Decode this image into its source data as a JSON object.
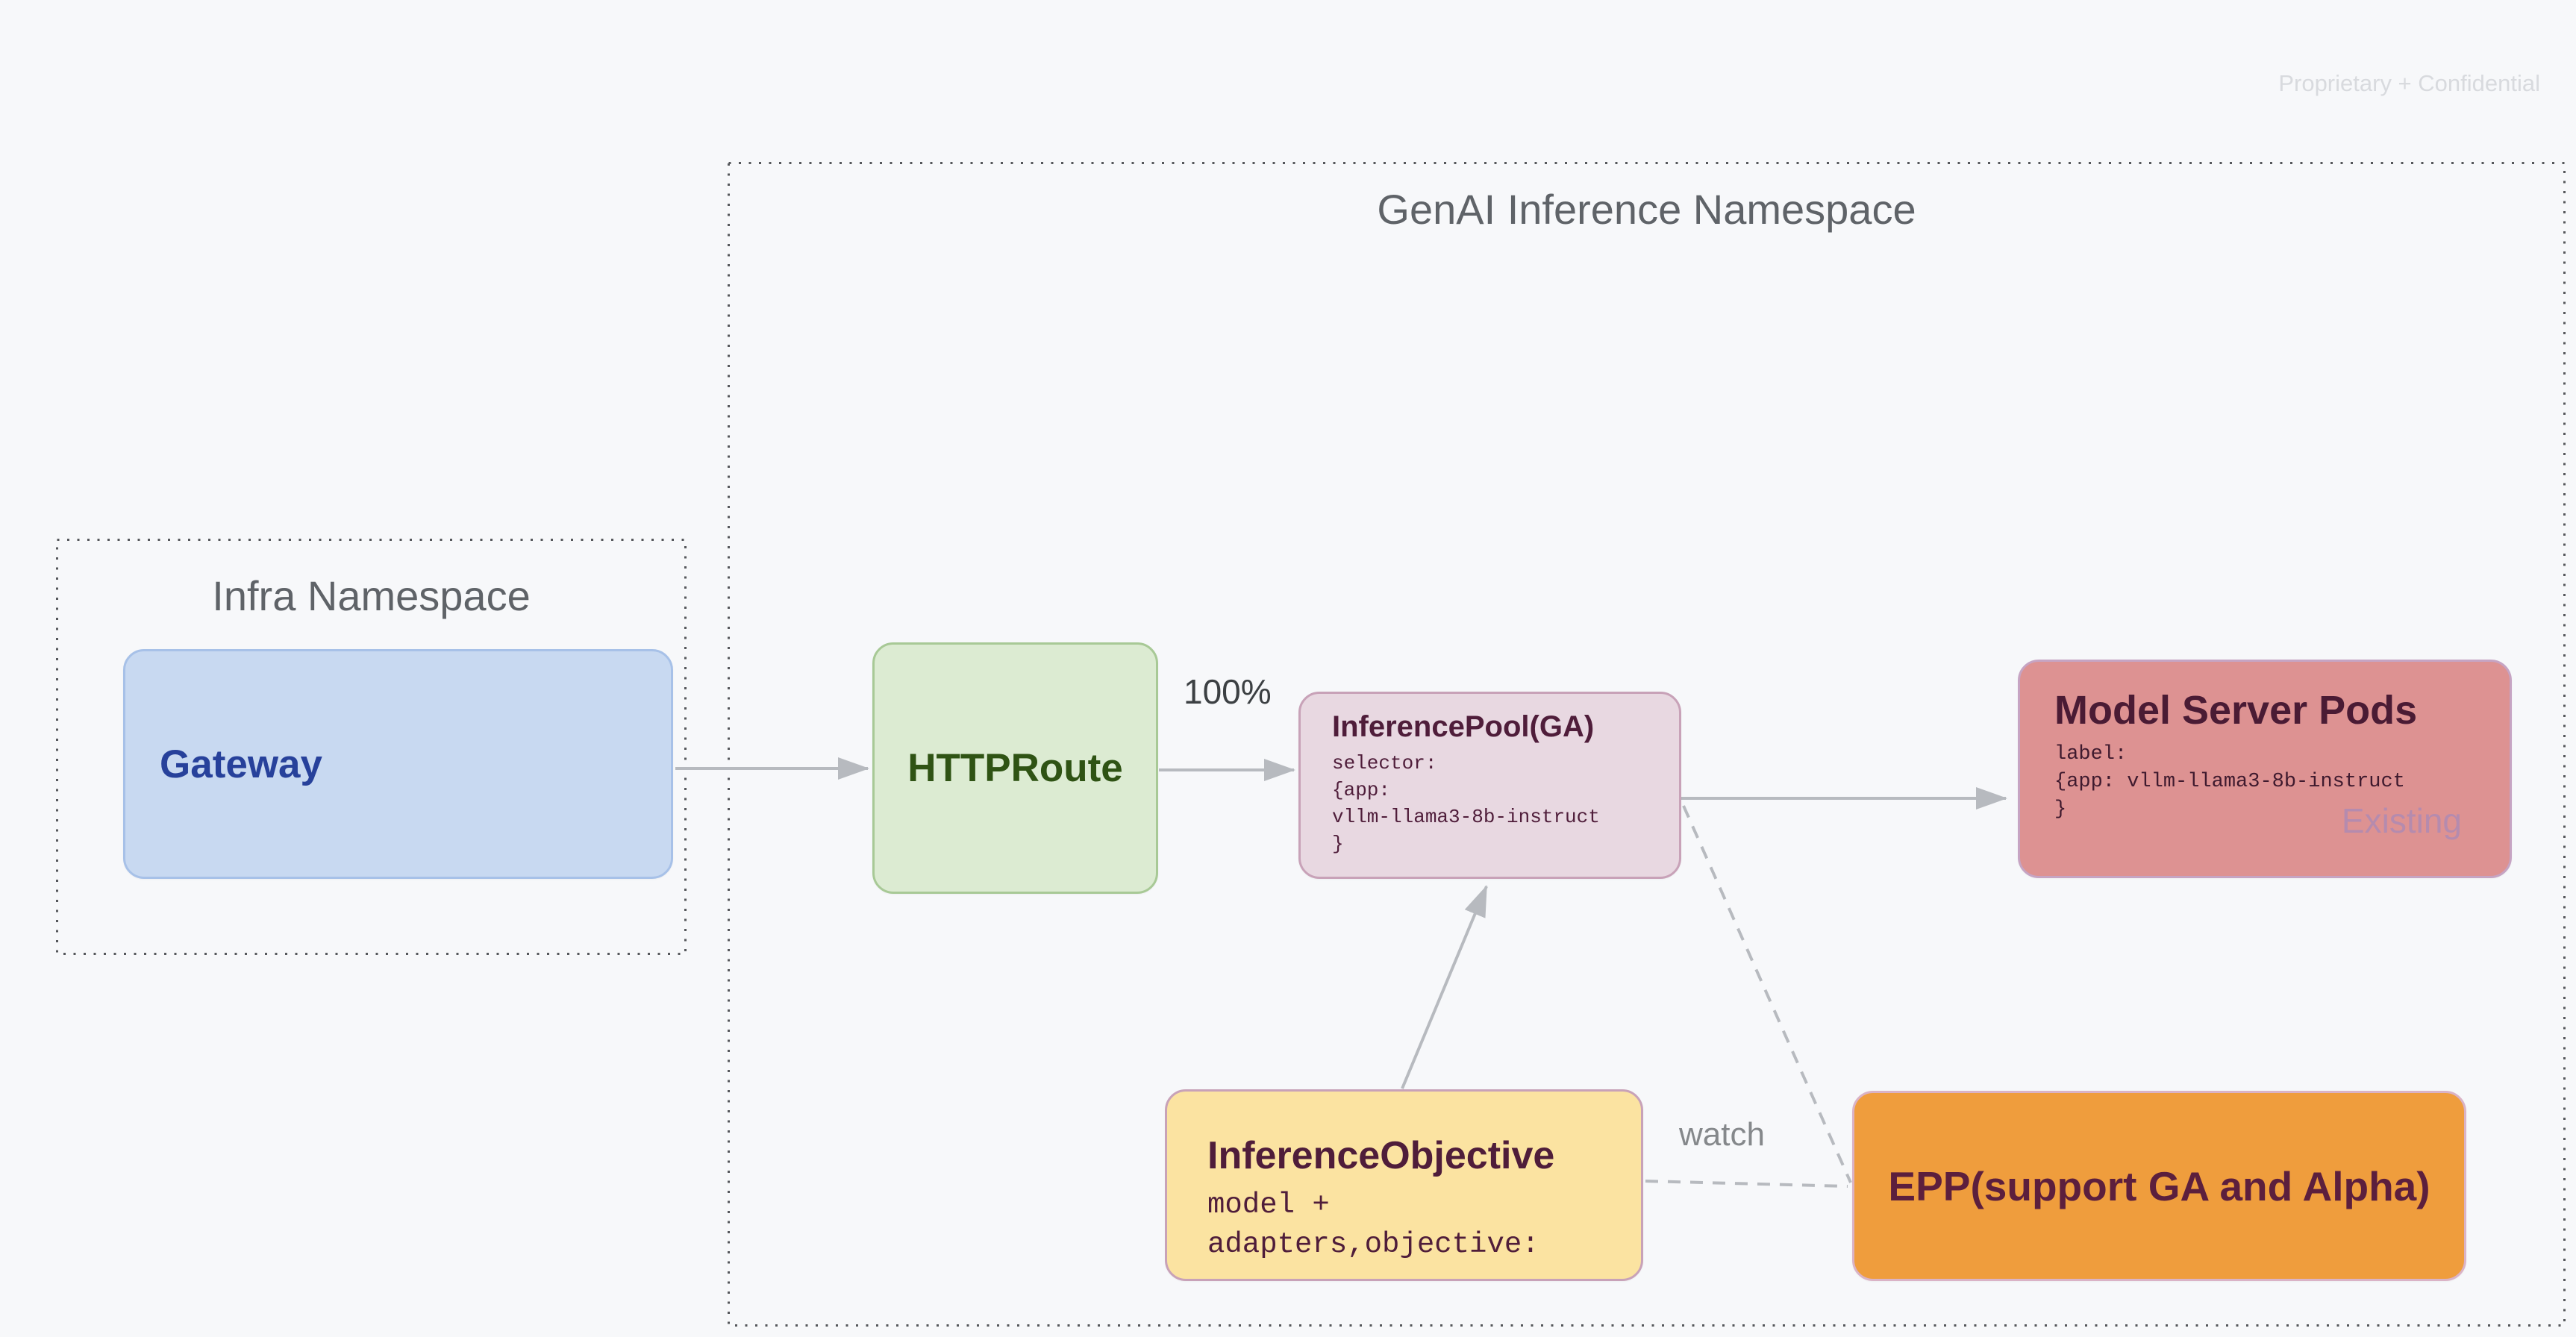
{
  "watermark": "Proprietary + Confidential",
  "infra_namespace": {
    "title": "Infra Namespace",
    "gateway": {
      "title": "Gateway"
    }
  },
  "genai_namespace": {
    "title": "GenAI Inference Namespace",
    "httproute": {
      "title": "HTTPRoute"
    },
    "inference_pool": {
      "title": "InferencePool(GA)",
      "code": "selector:\n{app:\nvllm-llama3-8b-instruct\n}"
    },
    "model_server_pods": {
      "title": "Model Server Pods",
      "code": "label:\n{app: vllm-llama3-8b-instruct\n}",
      "status_tag": "Existing"
    },
    "inference_objective": {
      "title": "InferenceObjective",
      "code": "model +\nadapters,objective:"
    },
    "epp": {
      "title": "EPP(support GA and Alpha)"
    }
  },
  "edge_labels": {
    "route_weight": "100%",
    "watch": "watch"
  },
  "colors": {
    "background": "#f7f8fa",
    "gateway_fill": "#c8d9f1",
    "gateway_border": "#a7c1e8",
    "gateway_text": "#27419b",
    "httproute_fill": "#dcebd2",
    "httproute_border": "#a8c996",
    "httproute_text": "#2f5314",
    "inference_pool_fill": "#e8d8e1",
    "inference_pool_border": "#c8a2b8",
    "maroon_text": "#4f1d3a",
    "model_server_pods_fill": "#dd9292",
    "model_server_pods_border": "#c6a4c3",
    "existing_text": "#b58bae",
    "inference_objective_fill": "#fbe3a1",
    "epp_fill": "#ef9d3d",
    "epp_border": "#dab3c6",
    "connector_gray": "#b7babf",
    "namespace_dotted_border": "#55575b",
    "namespace_title_text": "#5f6368",
    "watermark_text": "#d8dade"
  }
}
